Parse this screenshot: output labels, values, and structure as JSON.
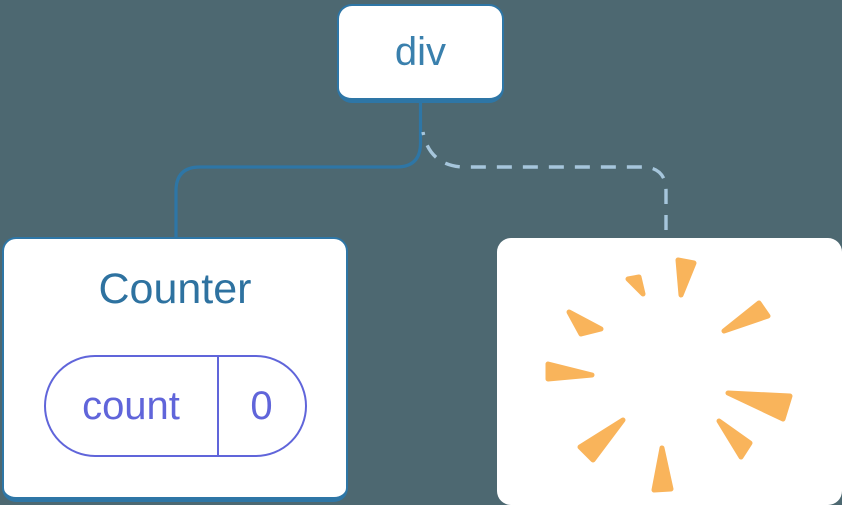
{
  "diagram": {
    "description": "component-tree-with-removed-child",
    "root_node": {
      "label": "div"
    },
    "counter_node": {
      "title": "Counter",
      "state_key": "count",
      "state_value": "0"
    },
    "removed_node": {
      "icon": "poof-explosion-icon"
    },
    "edges": {
      "left_edge_style": "solid",
      "right_edge_style": "dashed"
    },
    "colors": {
      "background": "#4d6871",
      "node_border": "#2e76a6",
      "root_label": "#3a80ad",
      "counter_title": "#2e72a0",
      "solid_edge": "#2e76a6",
      "dashed_edge": "#a6c6dc",
      "state_pill": "#6065da",
      "poof": "#f9b45b"
    }
  }
}
